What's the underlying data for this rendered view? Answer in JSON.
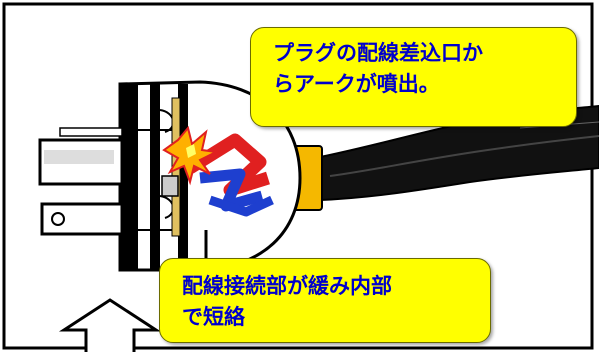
{
  "callouts": {
    "top": {
      "line1": "プラグの配線差込口か",
      "line2": "らアークが噴出。"
    },
    "bottom": {
      "line1": "配線接続部が緩み内部",
      "line2": "で短絡"
    }
  },
  "colors": {
    "callout_fill": "#ffff00",
    "callout_text": "#0000cc",
    "frame": "#000000",
    "wire_red": "#e02020",
    "wire_blue": "#1e3fcf",
    "spark": "#ffb000",
    "cord_clamp": "#f5b800"
  },
  "icons": [
    "plug-illustration",
    "electric-spark-icon",
    "up-arrow-icon"
  ]
}
